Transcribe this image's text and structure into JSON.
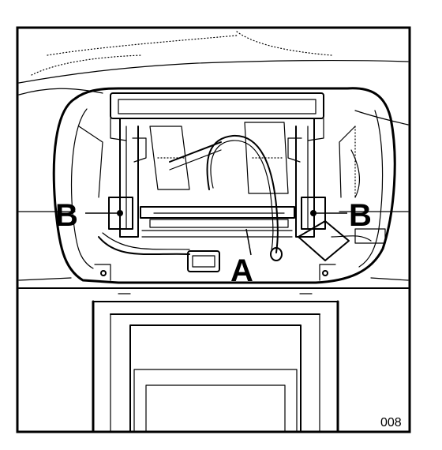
{
  "callouts": {
    "left_b": "B",
    "right_b": "B",
    "a": "A"
  },
  "figure_number": "008",
  "icons": {
    "left_screw": "screw-icon",
    "right_screw": "screw-icon",
    "connector": "connector-plug-icon"
  }
}
